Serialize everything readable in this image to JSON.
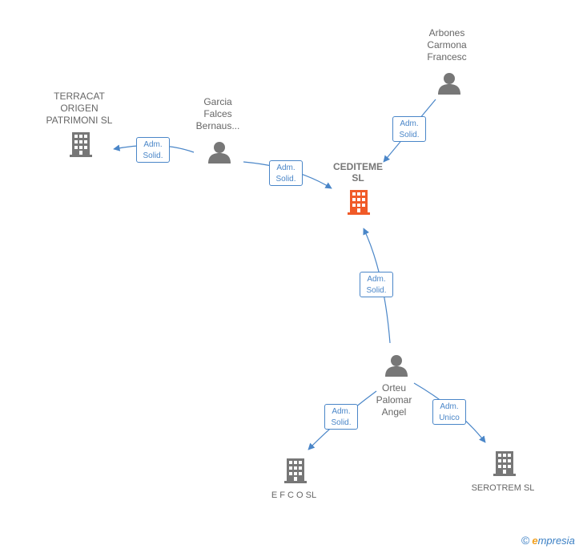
{
  "colors": {
    "edge": "#4a86c8",
    "person": "#777777",
    "company": "#777777",
    "main_company": "#f05a28"
  },
  "nodes": {
    "cediteme": {
      "type": "company-main",
      "lines": [
        "CEDITEME",
        "SL"
      ]
    },
    "terracat": {
      "type": "company",
      "lines": [
        "TERRACAT",
        "ORIGEN",
        "PATRIMONI  SL"
      ]
    },
    "garcia": {
      "type": "person",
      "lines": [
        "Garcia",
        "Falces",
        "Bernaus..."
      ]
    },
    "arbones": {
      "type": "person",
      "lines": [
        "Arbones",
        "Carmona",
        "Francesc"
      ]
    },
    "orteu": {
      "type": "person",
      "lines": [
        "Orteu",
        "Palomar",
        "Angel"
      ]
    },
    "efco": {
      "type": "company",
      "lines": [
        "E F C O SL"
      ]
    },
    "serotrem": {
      "type": "company",
      "lines": [
        "SEROTREM  SL"
      ]
    }
  },
  "edges": {
    "garcia_terracat": {
      "line1": "Adm.",
      "line2": "Solid."
    },
    "garcia_cediteme": {
      "line1": "Adm.",
      "line2": "Solid."
    },
    "arbones_cediteme": {
      "line1": "Adm.",
      "line2": "Solid."
    },
    "orteu_cediteme": {
      "line1": "Adm.",
      "line2": "Solid."
    },
    "orteu_efco": {
      "line1": "Adm.",
      "line2": "Solid."
    },
    "orteu_serotrem": {
      "line1": "Adm.",
      "line2": "Unico"
    }
  },
  "footer": {
    "copyright": "©",
    "brand_e": "e",
    "brand_rest": "mpresia"
  }
}
